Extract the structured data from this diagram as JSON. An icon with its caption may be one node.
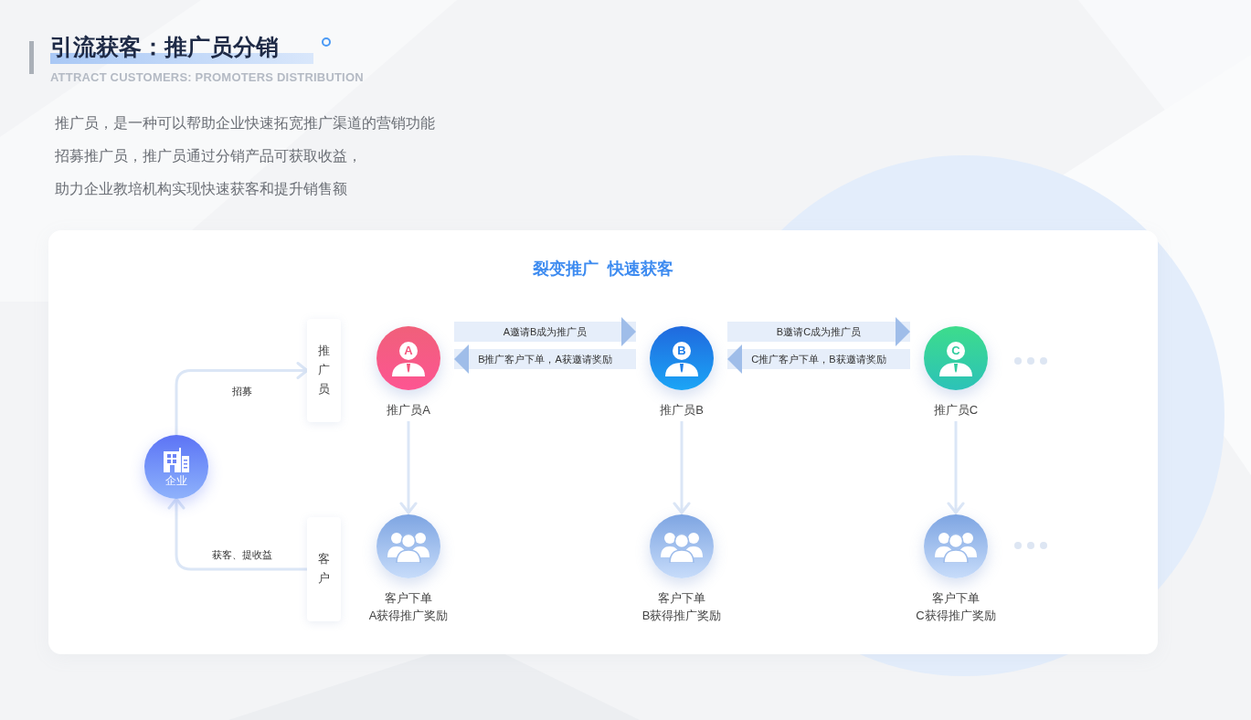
{
  "diagram": {
    "title": "引流获客：推广员分销",
    "nodes": [
      {
        "text": [
          "企业"
        ]
      },
      {
        "text": [
          "推广员"
        ]
      },
      {
        "text": [
          "客户"
        ]
      },
      {
        "text": [
          "A"
        ],
        "beside": [
          "推广员A"
        ]
      },
      {
        "text": [
          "B"
        ],
        "beside": [
          "推广员B"
        ]
      },
      {
        "text": [
          "C"
        ],
        "beside": [
          "推广员C"
        ]
      },
      {
        "text": [],
        "shape": "circle",
        "beside": [
          "客户下单",
          "A获得推广奖励"
        ]
      },
      {
        "text": [],
        "shape": "circle",
        "beside": [
          "客户下单",
          "B获得推广奖励"
        ]
      },
      {
        "text": [],
        "shape": "circle",
        "beside": [
          "客户下单",
          "C获得推广奖励"
        ]
      }
    ],
    "edges": [
      {
        "from": 0,
        "to": 1,
        "arrow": "to",
        "label": "招募"
      },
      {
        "from": 2,
        "to": 0,
        "arrow": "to",
        "label": "获客、提收益"
      },
      {
        "from": 3,
        "to": 4,
        "arrow": "to",
        "label": "A邀请B成为推广员",
        "style": "thick"
      },
      {
        "from": 4,
        "to": 3,
        "arrow": "to",
        "label": "B推广客户下单，A获邀请奖励",
        "style": "thick"
      },
      {
        "from": 4,
        "to": 5,
        "arrow": "to",
        "label": "B邀请C成为推广员",
        "style": "thick"
      },
      {
        "from": 5,
        "to": 4,
        "arrow": "to",
        "label": "C推广客户下单，B获邀请奖励",
        "style": "thick"
      },
      {
        "from": 3,
        "to": 6,
        "arrow": "to"
      },
      {
        "from": 4,
        "to": 7,
        "arrow": "to"
      },
      {
        "from": 5,
        "to": 8,
        "arrow": "to"
      }
    ],
    "labels": [
      "ATTRACT CUSTOMERS: PROMOTERS DISTRIBUTION",
      "推广员，是一种可以帮助企业快速拓宽推广渠道的营销功能",
      "招募推广员，推广员通过分销产品可获取收益，",
      "助力企业教培机构实现快速获客和提升销售额",
      "裂变推广  快速获客"
    ]
  }
}
